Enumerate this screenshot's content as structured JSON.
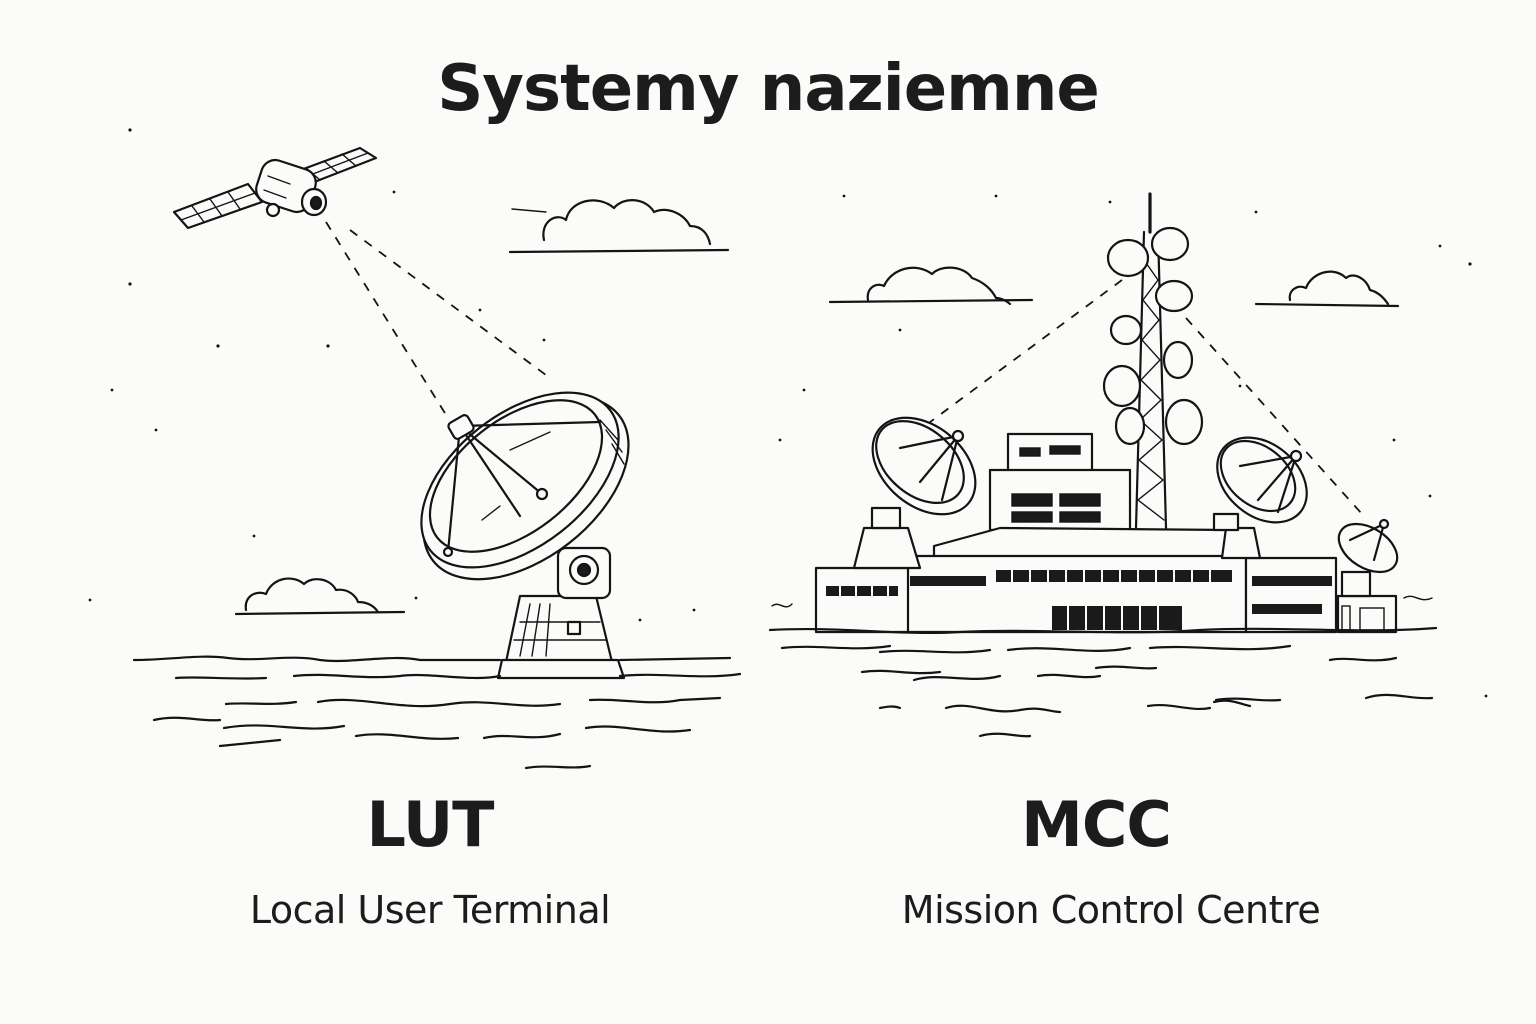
{
  "title": "Systemy naziemne",
  "panels": [
    {
      "id": "lut",
      "abbreviation": "LUT",
      "full_name": "Local User Terminal",
      "illustration": "satellite-dish-on-water-with-satellite"
    },
    {
      "id": "mcc",
      "abbreviation": "MCC",
      "full_name": "Mission Control Centre",
      "illustration": "control-centre-building-with-antenna-tower-and-dishes"
    }
  ],
  "colors": {
    "background": "#fbfbfa",
    "ink": "#141414"
  }
}
